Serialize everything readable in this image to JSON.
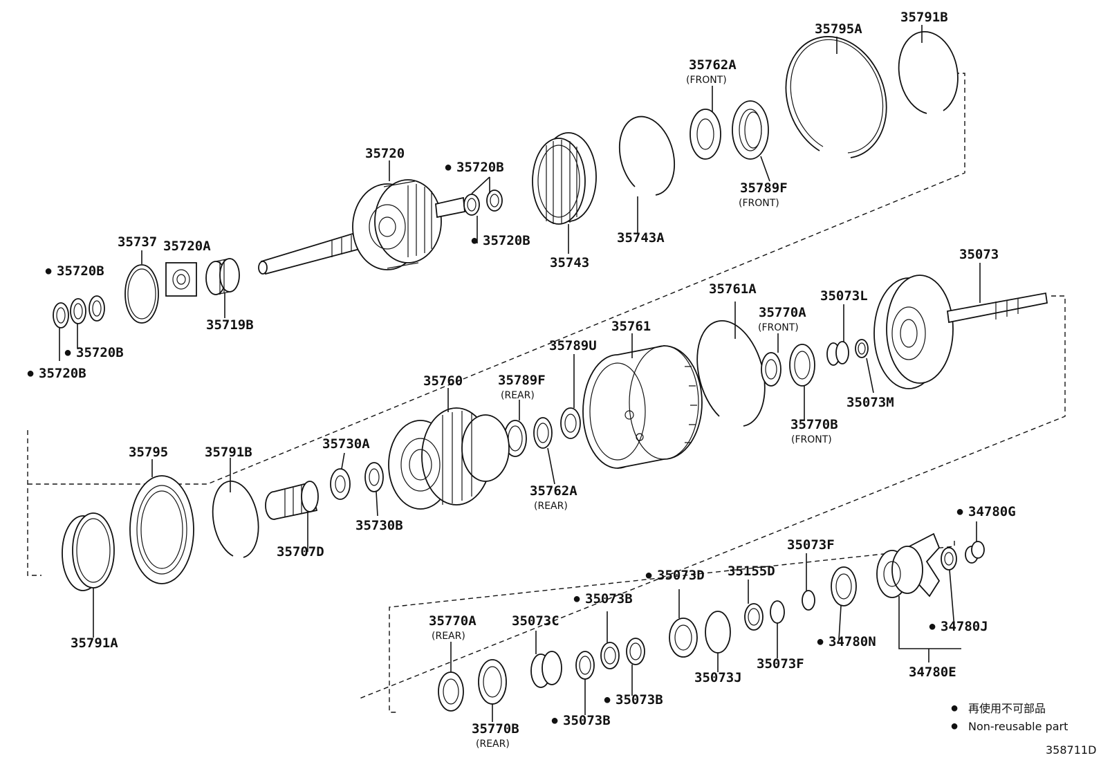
{
  "diagram": {
    "legend": {
      "items": [
        {
          "marker": "●",
          "text": "再使用不可部品"
        },
        {
          "marker": "●",
          "text": "Non-reusable part"
        }
      ]
    },
    "figure_code": "358711D",
    "parts": [
      {
        "id": "p1",
        "label": "35795A"
      },
      {
        "id": "p2",
        "label": "35791B"
      },
      {
        "id": "p3",
        "label": "35762A",
        "note": "(FRONT)"
      },
      {
        "id": "p4",
        "label": "35789F",
        "note": "(FRONT)"
      },
      {
        "id": "p5",
        "label": "35720"
      },
      {
        "id": "p6",
        "label": "35720B",
        "non_reusable": true
      },
      {
        "id": "p7",
        "label": "35720B",
        "non_reusable": true
      },
      {
        "id": "p8",
        "label": "35743"
      },
      {
        "id": "p9",
        "label": "35743A"
      },
      {
        "id": "p10",
        "label": "35737"
      },
      {
        "id": "p11",
        "label": "35720A"
      },
      {
        "id": "p12",
        "label": "35719B"
      },
      {
        "id": "p13",
        "label": "35720B",
        "non_reusable": true
      },
      {
        "id": "p14",
        "label": "35720B",
        "non_reusable": true
      },
      {
        "id": "p15",
        "label": "35720B",
        "non_reusable": true
      },
      {
        "id": "p16",
        "label": "35073"
      },
      {
        "id": "p17",
        "label": "35761A"
      },
      {
        "id": "p18",
        "label": "35770A",
        "note": "(FRONT)"
      },
      {
        "id": "p19",
        "label": "35073L"
      },
      {
        "id": "p20",
        "label": "35761"
      },
      {
        "id": "p21",
        "label": "35789U"
      },
      {
        "id": "p22",
        "label": "35789F",
        "note": "(REAR)"
      },
      {
        "id": "p23",
        "label": "35760"
      },
      {
        "id": "p24",
        "label": "35770B",
        "note": "(FRONT)"
      },
      {
        "id": "p25",
        "label": "35073M"
      },
      {
        "id": "p26",
        "label": "35762A",
        "note": "(REAR)"
      },
      {
        "id": "p27",
        "label": "35730A"
      },
      {
        "id": "p28",
        "label": "35730B"
      },
      {
        "id": "p29",
        "label": "35795"
      },
      {
        "id": "p30",
        "label": "35791B"
      },
      {
        "id": "p31",
        "label": "35707D"
      },
      {
        "id": "p32",
        "label": "35791A"
      },
      {
        "id": "p33",
        "label": "34780G",
        "non_reusable": true
      },
      {
        "id": "p34",
        "label": "35073F"
      },
      {
        "id": "p35",
        "label": "35073D",
        "non_reusable": true
      },
      {
        "id": "p36",
        "label": "35155D"
      },
      {
        "id": "p37",
        "label": "35073B",
        "non_reusable": true
      },
      {
        "id": "p38",
        "label": "35073C"
      },
      {
        "id": "p39",
        "label": "35770A",
        "note": "(REAR)"
      },
      {
        "id": "p40",
        "label": "34780J",
        "non_reusable": true
      },
      {
        "id": "p41",
        "label": "34780N",
        "non_reusable": true
      },
      {
        "id": "p42",
        "label": "35073F"
      },
      {
        "id": "p43",
        "label": "35073J"
      },
      {
        "id": "p44",
        "label": "34780E"
      },
      {
        "id": "p45",
        "label": "35073B",
        "non_reusable": true
      },
      {
        "id": "p46",
        "label": "35073B",
        "non_reusable": true
      },
      {
        "id": "p47",
        "label": "35770B",
        "note": "(REAR)"
      }
    ]
  }
}
